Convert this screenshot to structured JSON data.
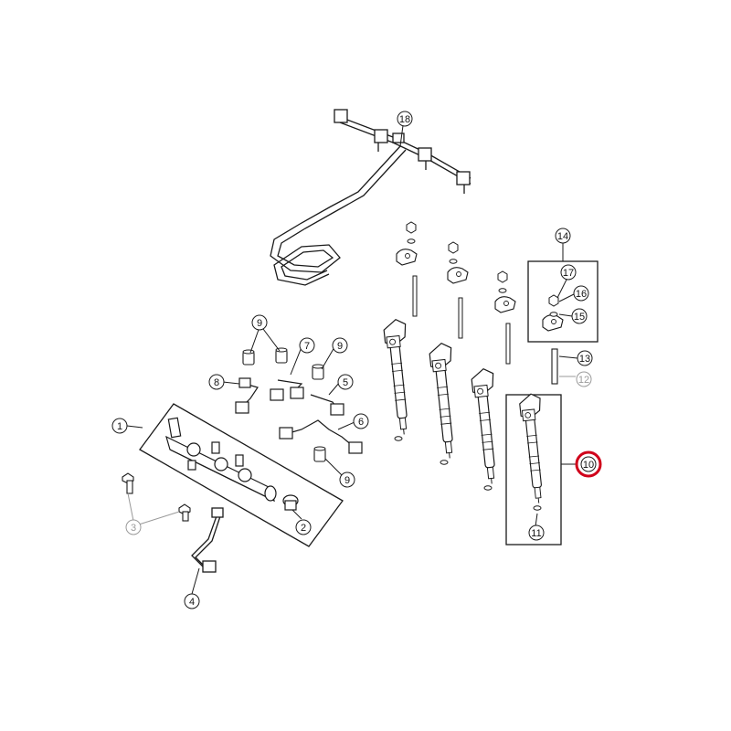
{
  "colors": {
    "line": "#1a1a1a",
    "muted": "#9a9a9a",
    "highlight": "#d0021b",
    "background": "#ffffff"
  },
  "highlighted_callout": "10",
  "callouts": {
    "c1": "1",
    "c2": "2",
    "c3": "3",
    "c4": "4",
    "c5": "5",
    "c6": "6",
    "c7": "7",
    "c8": "8",
    "c9a": "9",
    "c9b": "9",
    "c9c": "9",
    "c10": "10",
    "c11": "11",
    "c12": "12",
    "c13": "13",
    "c14": "14",
    "c15": "15",
    "c16": "16",
    "c17": "17",
    "c18": "18"
  },
  "parts": [
    {
      "callout": "1",
      "name": "fuel-rail"
    },
    {
      "callout": "2",
      "name": "pressure-sensor"
    },
    {
      "callout": "3",
      "name": "bolt"
    },
    {
      "callout": "4",
      "name": "fuel-tube"
    },
    {
      "callout": "5",
      "name": "fuel-tube"
    },
    {
      "callout": "6",
      "name": "fuel-tube"
    },
    {
      "callout": "7",
      "name": "fuel-tube"
    },
    {
      "callout": "8",
      "name": "fuel-tube"
    },
    {
      "callout": "9",
      "name": "nut"
    },
    {
      "callout": "10",
      "name": "fuel-injector"
    },
    {
      "callout": "11",
      "name": "washer"
    },
    {
      "callout": "12",
      "name": "o-ring"
    },
    {
      "callout": "13",
      "name": "stud"
    },
    {
      "callout": "14",
      "name": "clamp-kit"
    },
    {
      "callout": "15",
      "name": "washer"
    },
    {
      "callout": "16",
      "name": "clamp"
    },
    {
      "callout": "17",
      "name": "nut"
    },
    {
      "callout": "18",
      "name": "wiring-harness"
    }
  ]
}
